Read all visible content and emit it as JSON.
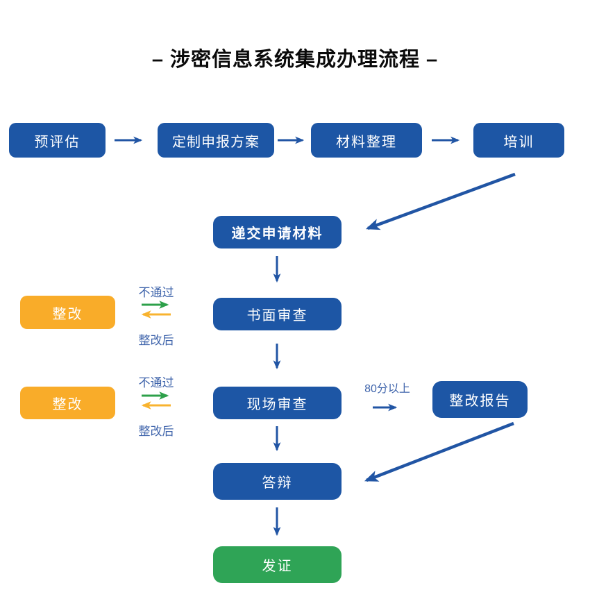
{
  "title": "– 涉密信息系统集成办理流程 –",
  "colors": {
    "box_blue": "#1d56a5",
    "box_yellow": "#f9ac29",
    "box_green": "#2fa456",
    "arrow_blue": "#2155a4",
    "arrow_green": "#2da04a",
    "arrow_yellow": "#f8b32f",
    "label_blue": "#3f64ab",
    "title_black": "#0a0a0a"
  },
  "nodes": {
    "pre_assessment": "预评估",
    "custom_plan": "定制申报方案",
    "material_arrange": "材料整理",
    "training": "培训",
    "submit_materials": "递交申请材料",
    "written_review": "书面审查",
    "onsite_review": "现场审查",
    "defense": "答辩",
    "issue_certificate": "发证",
    "rectification_1": "整改",
    "rectification_2": "整改",
    "rectification_report": "整改报告"
  },
  "edge_labels": {
    "written_not_pass": "不通过",
    "written_after_rectify": "整改后",
    "onsite_not_pass": "不通过",
    "onsite_after_rectify": "整改后",
    "score_above_80": "80分以上"
  }
}
